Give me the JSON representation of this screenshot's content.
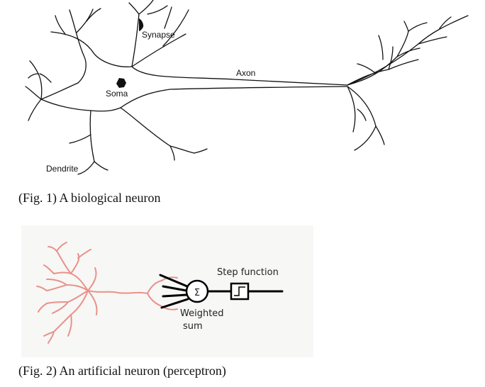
{
  "figure1": {
    "labels": {
      "synapse": "Synapse",
      "axon": "Axon",
      "soma": "Soma",
      "dendrite": "Dendrite"
    },
    "caption": "(Fig. 1) A biological neuron"
  },
  "figure2": {
    "labels": {
      "step_function": "Step function",
      "sigma": "Σ",
      "weighted": "Weighted",
      "sum": "sum"
    },
    "caption": "(Fig. 2) An artificial neuron (perceptron)"
  },
  "colors": {
    "biological_ink": "#111111",
    "dendrite_red": "#e8928a",
    "panel_background": "#f7f7f5"
  }
}
